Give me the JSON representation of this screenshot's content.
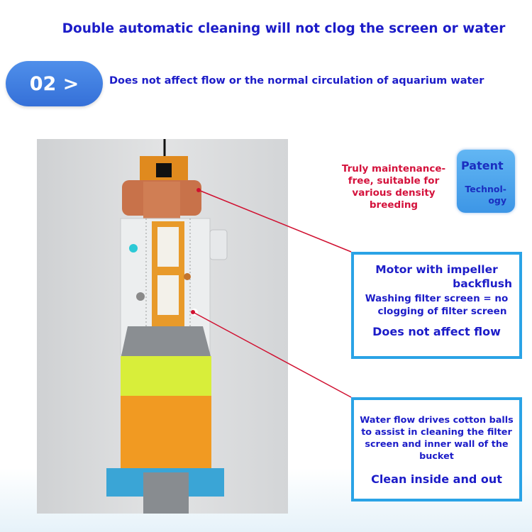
{
  "header": {
    "title": "Double automatic cleaning will not clog the screen or water",
    "step_badge": "02 >",
    "subtitle": "Does not affect flow or the normal circulation of aquarium water"
  },
  "note": {
    "line1": "Truly maintenance-",
    "line2": "free, suitable for",
    "line3": "various density",
    "line4": "breeding"
  },
  "patent": {
    "line1": "Patent",
    "line2": "Technol-",
    "line3": "ogy"
  },
  "callout_motor": {
    "title1": "Motor with impeller",
    "title2": "backflush",
    "desc1": "Washing filter screen = no",
    "desc2": "clogging of filter screen",
    "tagline": "Does not affect flow"
  },
  "callout_cotton": {
    "desc1": "Water flow drives cotton balls",
    "desc2": "to assist in cleaning the filter",
    "desc3": "screen and inner wall of the",
    "desc4": "bucket",
    "tagline": "Clean inside and out"
  },
  "colors": {
    "accent_blue": "#1c1cc8",
    "badge_blue": "#3d7de0",
    "note_red": "#d4123c",
    "box_border": "#2aa3e6"
  }
}
